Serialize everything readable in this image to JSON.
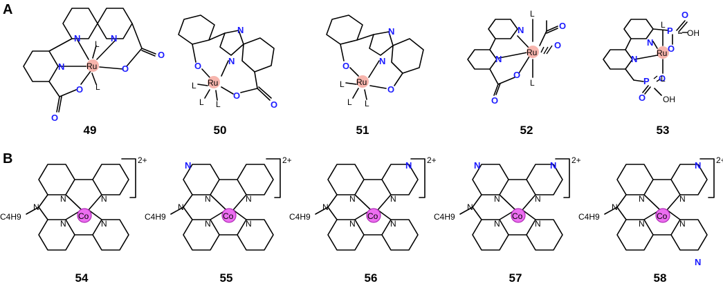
{
  "panels": {
    "a_label": "A",
    "b_label": "B"
  },
  "compounds_ru": [
    {
      "number": "49"
    },
    {
      "number": "50"
    },
    {
      "number": "51"
    },
    {
      "number": "52"
    },
    {
      "number": "53"
    }
  ],
  "compounds_co": [
    {
      "number": "54"
    },
    {
      "number": "55"
    },
    {
      "number": "56"
    },
    {
      "number": "57"
    },
    {
      "number": "58"
    }
  ],
  "atoms": {
    "ru": "Ru",
    "co": "Co",
    "n": "N",
    "o": "O",
    "l": "L",
    "p": "P",
    "oh": "OH",
    "butyl": "C4H9",
    "charge": "2+"
  },
  "colors": {
    "heteroatom": "#1a1aff",
    "ru_center": "#f7b5ad",
    "co_center": "#ec6ef0"
  }
}
